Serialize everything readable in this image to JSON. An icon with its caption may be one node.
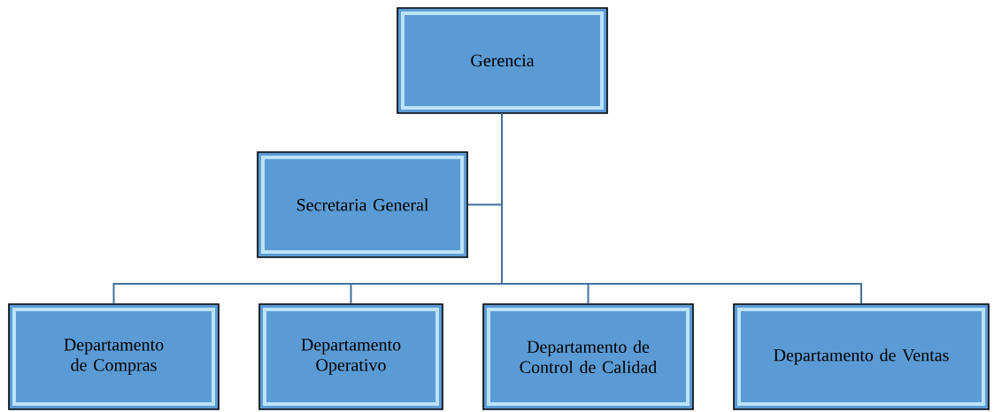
{
  "diagram": {
    "nodes": [
      {
        "text": [
          "Gerencia"
        ]
      },
      {
        "text": [
          "Secretaria General"
        ]
      },
      {
        "text": [
          "Departamento de Compras"
        ]
      },
      {
        "text": [
          "Departamento Operativo"
        ]
      },
      {
        "text": [
          "Departamento de Control de Calidad"
        ]
      },
      {
        "text": [
          "Departamento de Ventas"
        ]
      }
    ],
    "edges": [
      {
        "from": 0,
        "to": 1,
        "arrow": "none"
      },
      {
        "from": 0,
        "to": 2,
        "arrow": "none"
      },
      {
        "from": 0,
        "to": 3,
        "arrow": "none"
      },
      {
        "from": 0,
        "to": 4,
        "arrow": "none"
      },
      {
        "from": 0,
        "to": 5,
        "arrow": "none"
      }
    ]
  }
}
